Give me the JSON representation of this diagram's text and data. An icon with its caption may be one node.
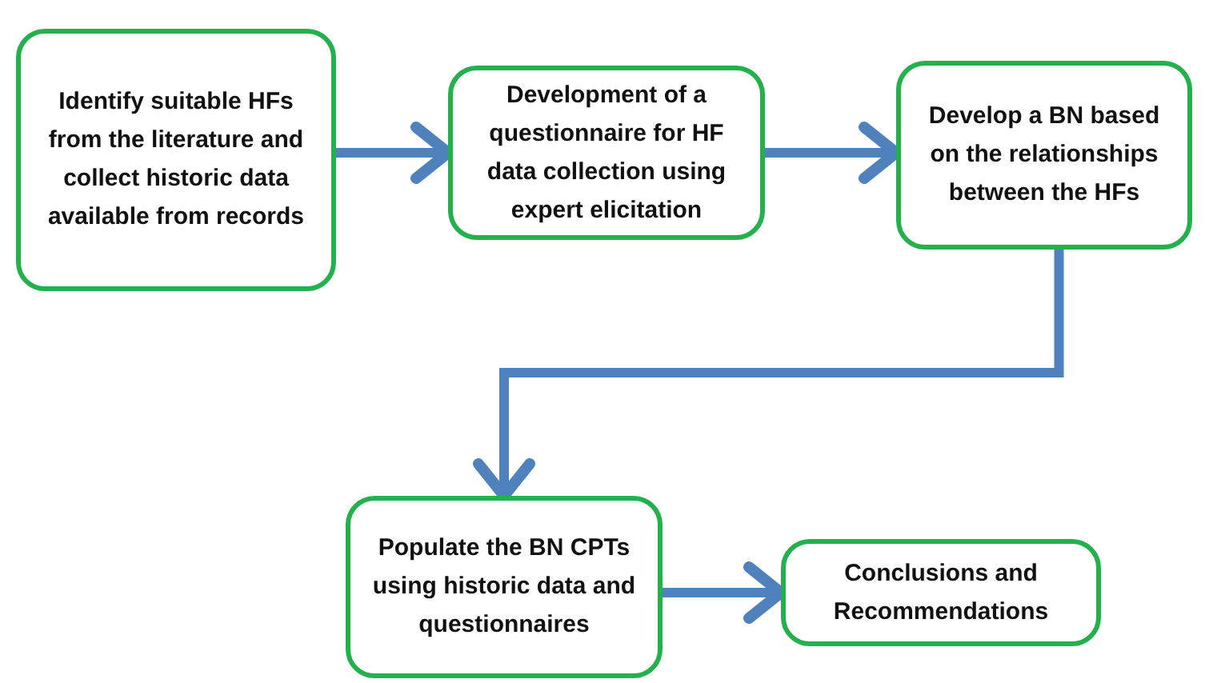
{
  "diagram": {
    "nodes": [
      {
        "text": [
          "Identify suitable HFs from the literature and collect historic data available from records"
        ]
      },
      {
        "text": [
          "Development of a questionnaire for HF data collection using expert elicitation"
        ]
      },
      {
        "text": [
          "Develop a BN based on the relationships between the HFs"
        ]
      },
      {
        "text": [
          "Populate the BN CPTs using historic data and questionnaires"
        ]
      },
      {
        "text": [
          "Conclusions and Recommendations"
        ]
      }
    ],
    "edges": [
      {
        "from": 0,
        "to": 1,
        "arrow": "to"
      },
      {
        "from": 1,
        "to": 2,
        "arrow": "to"
      },
      {
        "from": 2,
        "to": 3,
        "arrow": "to"
      },
      {
        "from": 3,
        "to": 4,
        "arrow": "to"
      }
    ]
  }
}
